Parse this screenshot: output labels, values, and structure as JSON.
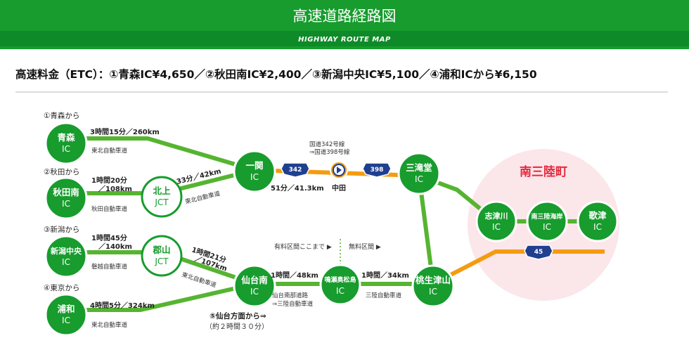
{
  "header": {
    "title": "高速道路経路図",
    "subtitle": "HIGHWAY ROUTE MAP"
  },
  "fare_text": "高速料金（ETC）：①青森IC¥4,650／②秋田南IC¥2,400／③新潟中央IC¥5,100／④浦和ICから¥6,150",
  "origins": {
    "aomori": "①青森から",
    "akita": "②秋田から",
    "niigata": "③新潟から",
    "tokyo": "④東京から",
    "sendai_dir": "⑤仙台方面から⇒",
    "sendai_time": "（約２時間３０分）"
  },
  "nodes": {
    "aomori": {
      "name": "青森",
      "type": "IC"
    },
    "akitaminami": {
      "name": "秋田南",
      "type": "IC"
    },
    "niigatachuo": {
      "name": "新潟中央",
      "type": "IC"
    },
    "urawa": {
      "name": "浦和",
      "type": "IC"
    },
    "kitakami": {
      "name": "北上",
      "type": "JCT"
    },
    "koriyama": {
      "name": "郡山",
      "type": "JCT"
    },
    "ichinoseki": {
      "name": "一関",
      "type": "IC"
    },
    "sendaiminami": {
      "name": "仙台南",
      "type": "IC"
    },
    "naruse": {
      "name": "鳴瀬奥松島",
      "type": "IC"
    },
    "sanno": {
      "name": "三滝堂",
      "type": "IC"
    },
    "momonou": {
      "name": "桃生津山",
      "type": "IC"
    },
    "shizugawa": {
      "name": "志津川",
      "type": "IC"
    },
    "minamisanrikukaigan": {
      "name": "南三陸海岸",
      "type": "IC"
    },
    "utatsu": {
      "name": "歌津",
      "type": "IC"
    }
  },
  "segments": {
    "aomori_time": "3時間15分／260km",
    "aomori_road": "東北自動車道",
    "akita_time1": "1時間20分",
    "akita_time2": "／108km",
    "akita_road": "秋田自動車道",
    "kitakami_time": "33分／42km",
    "kitakami_road": "東北自動車道",
    "niigata_time1": "1時間45分",
    "niigata_time2": "／140km",
    "niigata_road": "磐越自動車道",
    "koriyama_time1": "1時間21分",
    "koriyama_time2": "／107km",
    "koriyama_road": "東北自動車道",
    "urawa_time": "4時間5分／324km",
    "urawa_road": "東北自動車道",
    "ichinoseki_time": "51分／41.3km",
    "nakada": "中田",
    "route342_line1": "国道342号線",
    "route342_line2": "⇒国道398号線",
    "sendai_time": "1時間／48km",
    "sendai_road1": "仙台南部道路",
    "sendai_road2": "⇒三陸自動車道",
    "naruse_time": "1時間／34km",
    "naruse_road": "三陸自動車道",
    "toll_section": "有料区間ここまで ▶",
    "free_section": "無料区間 ▶"
  },
  "shields": {
    "r342": "342",
    "r398": "398",
    "r45": "45"
  },
  "destination": "南三陸町",
  "colors": {
    "green": "#179c2d",
    "highway_line": "#56b431",
    "orange": "#f39c12",
    "shield_blue": "#1f3f8f",
    "destination_bg": "#fbe6ea",
    "destination_text": "#e6283c"
  }
}
